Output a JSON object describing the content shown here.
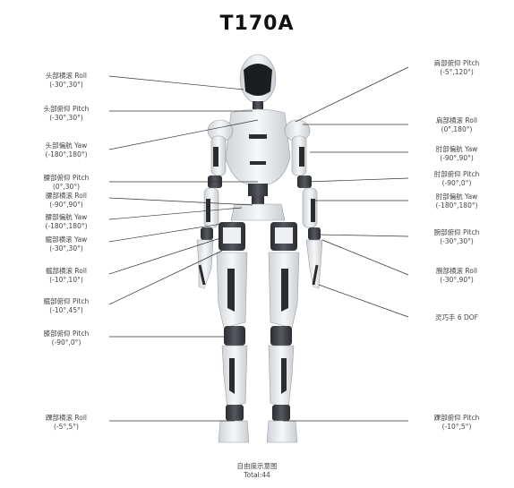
{
  "title": "T170A",
  "labels_left": [
    {
      "name": "头部横滚  Roll",
      "range": "(-30°,30°)"
    },
    {
      "name": "头部俯仰  Pitch",
      "range": "(-30°,30°)"
    },
    {
      "name": "头部偏航  Yaw",
      "range": "(-180°,180°)"
    },
    {
      "name": "腰部俯仰  Pitch",
      "range": "(0°,30°)"
    },
    {
      "name": "腰部横滚  Roll",
      "range": "(-90°,90°)"
    },
    {
      "name": "腰部偏航  Yaw",
      "range": "(-180°,180°)"
    },
    {
      "name": "髋部横滚  Yaw",
      "range": "(-30°,30°)"
    },
    {
      "name": "髋部横滚  Roll",
      "range": "(-10°,10°)"
    },
    {
      "name": "髋部俯仰  Pitch",
      "range": "(-10°,45°)"
    },
    {
      "name": "膝部俯仰  Pitch",
      "range": "(-90°,0°)"
    },
    {
      "name": "踝部横滚  Roll",
      "range": "(-5°,5°)"
    }
  ],
  "labels_right": [
    {
      "name": "肩部俯仰  Pitch",
      "range": "(-5°,120°)"
    },
    {
      "name": "肩部横滚  Roll",
      "range": "(0°,180°)"
    },
    {
      "name": "肘部偏航  Yaw",
      "range": "(-90°,90°)"
    },
    {
      "name": "肘部俯仰  Pitch",
      "range": "(-90°,0°)"
    },
    {
      "name": "肘部偏航  Yaw",
      "range": "(-180°,180°)"
    },
    {
      "name": "腕部俯仰  Pitch",
      "range": "(-30°,30°)"
    },
    {
      "name": "腕部横滚  Roll",
      "range": "(-30°,90°)"
    },
    {
      "name": "灵巧手  6 DOF",
      "range": ""
    },
    {
      "name": "踝部俯仰  Pitch",
      "range": "(-10°,5°)"
    }
  ],
  "footer": {
    "line1": "自由度示意图",
    "line2": "Total:44"
  },
  "colors": {
    "body_white": "#eef0f2",
    "joint_dark": "#4a4d52",
    "visor": "#1b1d20",
    "line": "#333333"
  }
}
